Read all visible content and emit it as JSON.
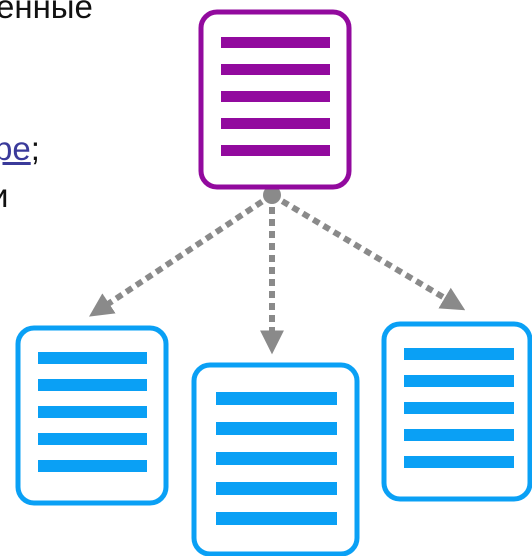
{
  "text": {
    "line1": "енные",
    "line2_link": "pe",
    "line2_after": ";",
    "line3": "и"
  },
  "colors": {
    "parent": "#920a9e",
    "child": "#0aa0f5",
    "arrow": "#8a8a8a",
    "text": "#111111",
    "link": "#3a3a9a"
  },
  "icons": {
    "parent": "document-icon",
    "children": [
      "document-icon",
      "document-icon",
      "document-icon"
    ]
  }
}
